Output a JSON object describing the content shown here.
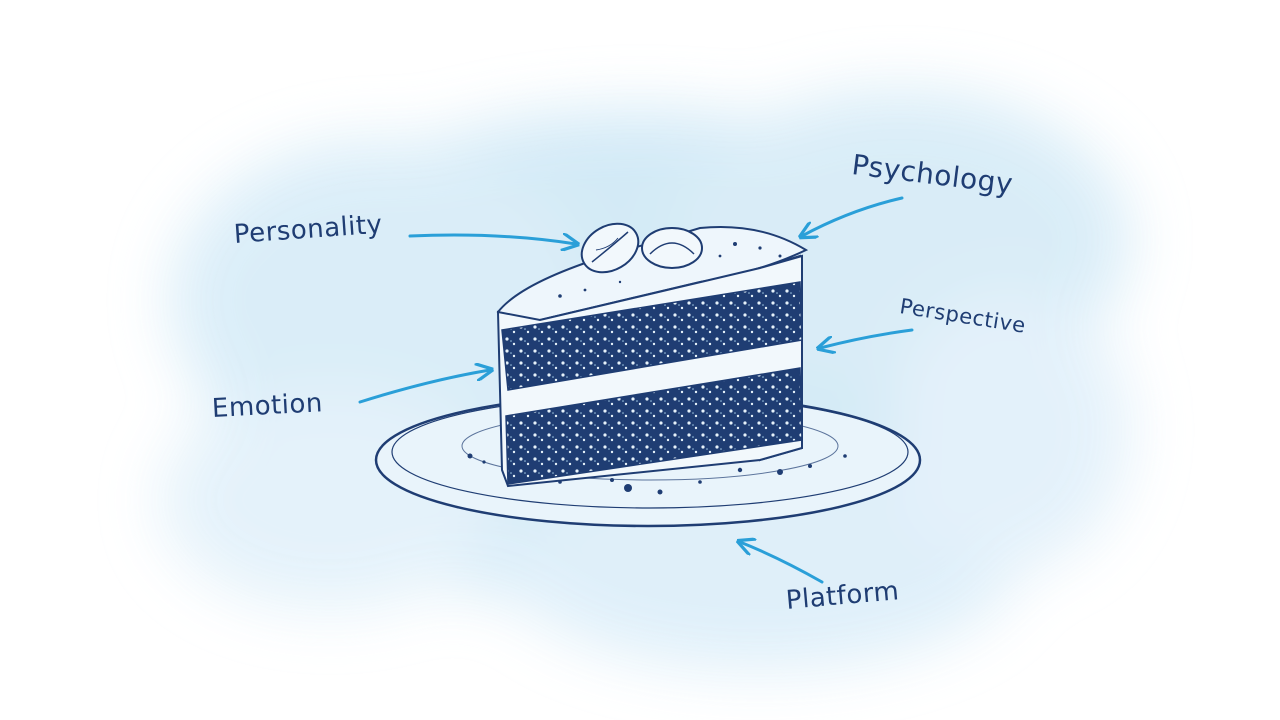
{
  "labels": {
    "personality": "Personality",
    "psychology": "Psychology",
    "perspective": "Perspective",
    "emotion": "Emotion",
    "platform": "Platform"
  },
  "colors": {
    "ink": "#1f3d73",
    "arrow": "#2a9fd8",
    "watercolor": "#cfe8f6",
    "background": "#ffffff"
  },
  "illustration": "cake-slice-on-plate"
}
